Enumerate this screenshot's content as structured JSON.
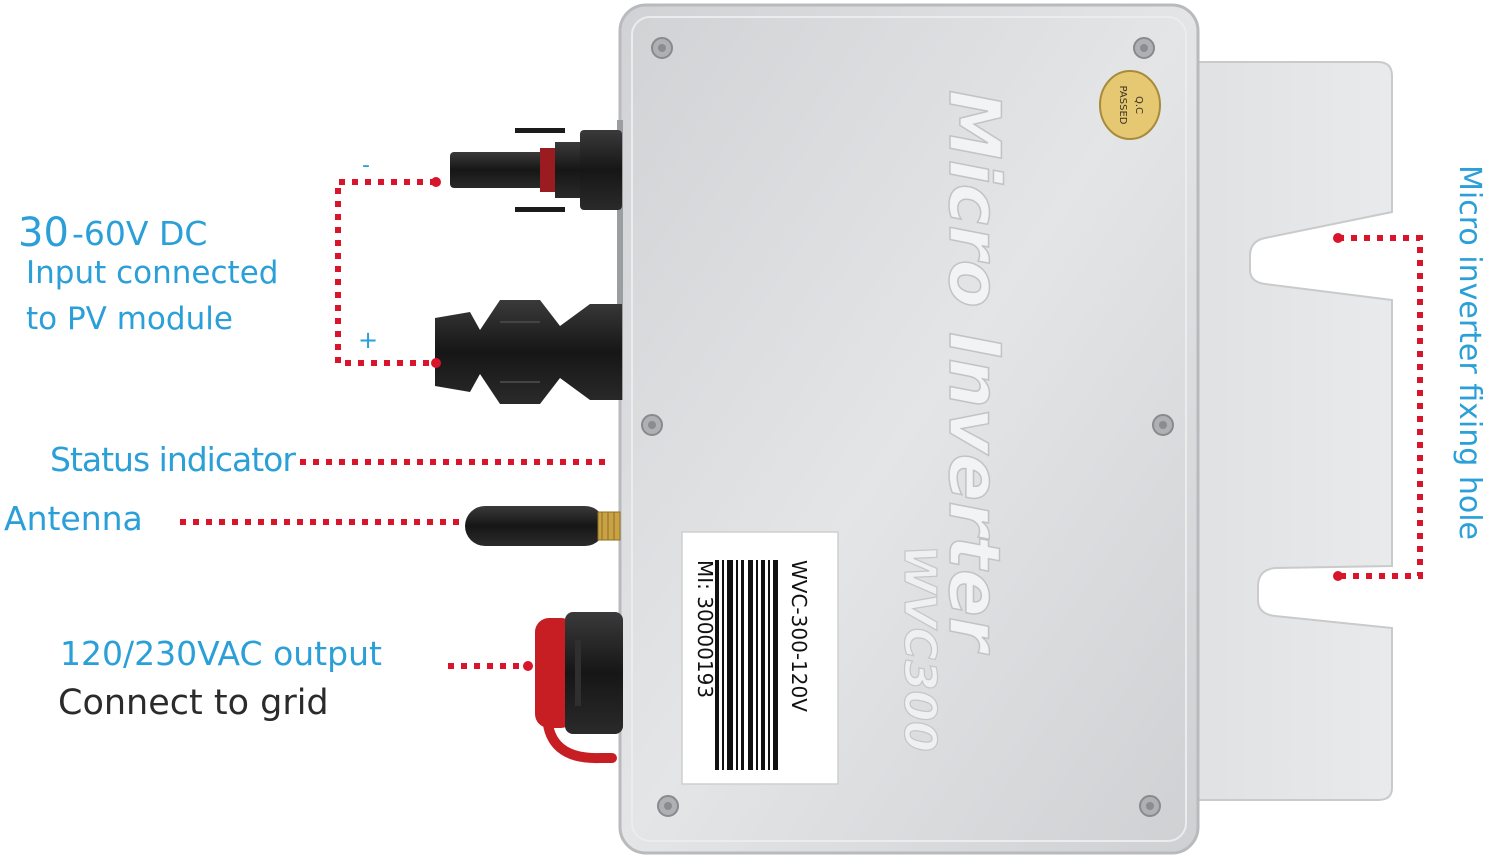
{
  "labels": {
    "dc_voltage_big": "30",
    "dc_voltage_rest": "-60V DC",
    "input_line1": "Input connected",
    "input_line2": "to PV module",
    "status_indicator": "Status indicator",
    "antenna": "Antenna",
    "ac_output": "120/230VAC output",
    "connect_grid": "Connect to grid",
    "fixing_hole": "Micro inverter fixing hole",
    "minus": "-",
    "plus": "+"
  },
  "device": {
    "title": "Micro Inverter",
    "model": "WVC300",
    "qc_line1": "Q.C",
    "qc_line2": "PASSED",
    "label_model": "WVC-300-120V",
    "label_serial": "MI: 30000193"
  },
  "colors": {
    "callout": "#2a9fd8",
    "dotted_line": "#d8152b",
    "body": "#dadbdd",
    "connector": "#1c1c1c",
    "ac_cap": "#c61e23"
  },
  "icons": [
    "pv-negative-connector",
    "pv-positive-connector",
    "antenna-icon",
    "ac-output-connector",
    "screw-icon",
    "qc-passed-sticker",
    "barcode-icon"
  ]
}
